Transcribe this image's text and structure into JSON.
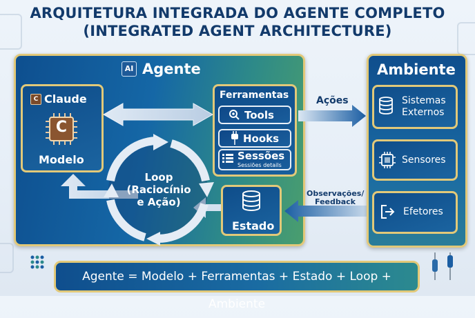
{
  "title": {
    "line1": "ARQUITETURA INTEGRADA DO AGENTE COMPLETO",
    "line2": "(INTEGRATED AGENT ARCHITECTURE)"
  },
  "agent": {
    "badge": "AI",
    "title": "Agente",
    "model": {
      "name": "Claude",
      "chip_letter": "C",
      "label": "Modelo"
    },
    "tools": {
      "title": "Ferramentas",
      "items": [
        "Tools",
        "Hooks",
        "Sessões"
      ],
      "sessions_detail": "Sessiões details"
    },
    "loop": {
      "line1": "Loop",
      "line2": "(Raciocínio",
      "line3": "e Ação)"
    },
    "state": {
      "label": "Estado"
    }
  },
  "environment": {
    "title": "Ambiente",
    "items": [
      {
        "line1": "Sistemas",
        "line2": "Externos",
        "icon": "database-icon"
      },
      {
        "line1": "Sensores",
        "icon": "chip-icon"
      },
      {
        "line1": "Efetores",
        "icon": "export-icon"
      }
    ]
  },
  "arrows": {
    "actions": "Ações",
    "observations_line1": "Observações/",
    "observations_line2": "Feedback"
  },
  "equation": "Agente = Modelo + Ferramentas + Estado + Loop + Ambiente"
}
